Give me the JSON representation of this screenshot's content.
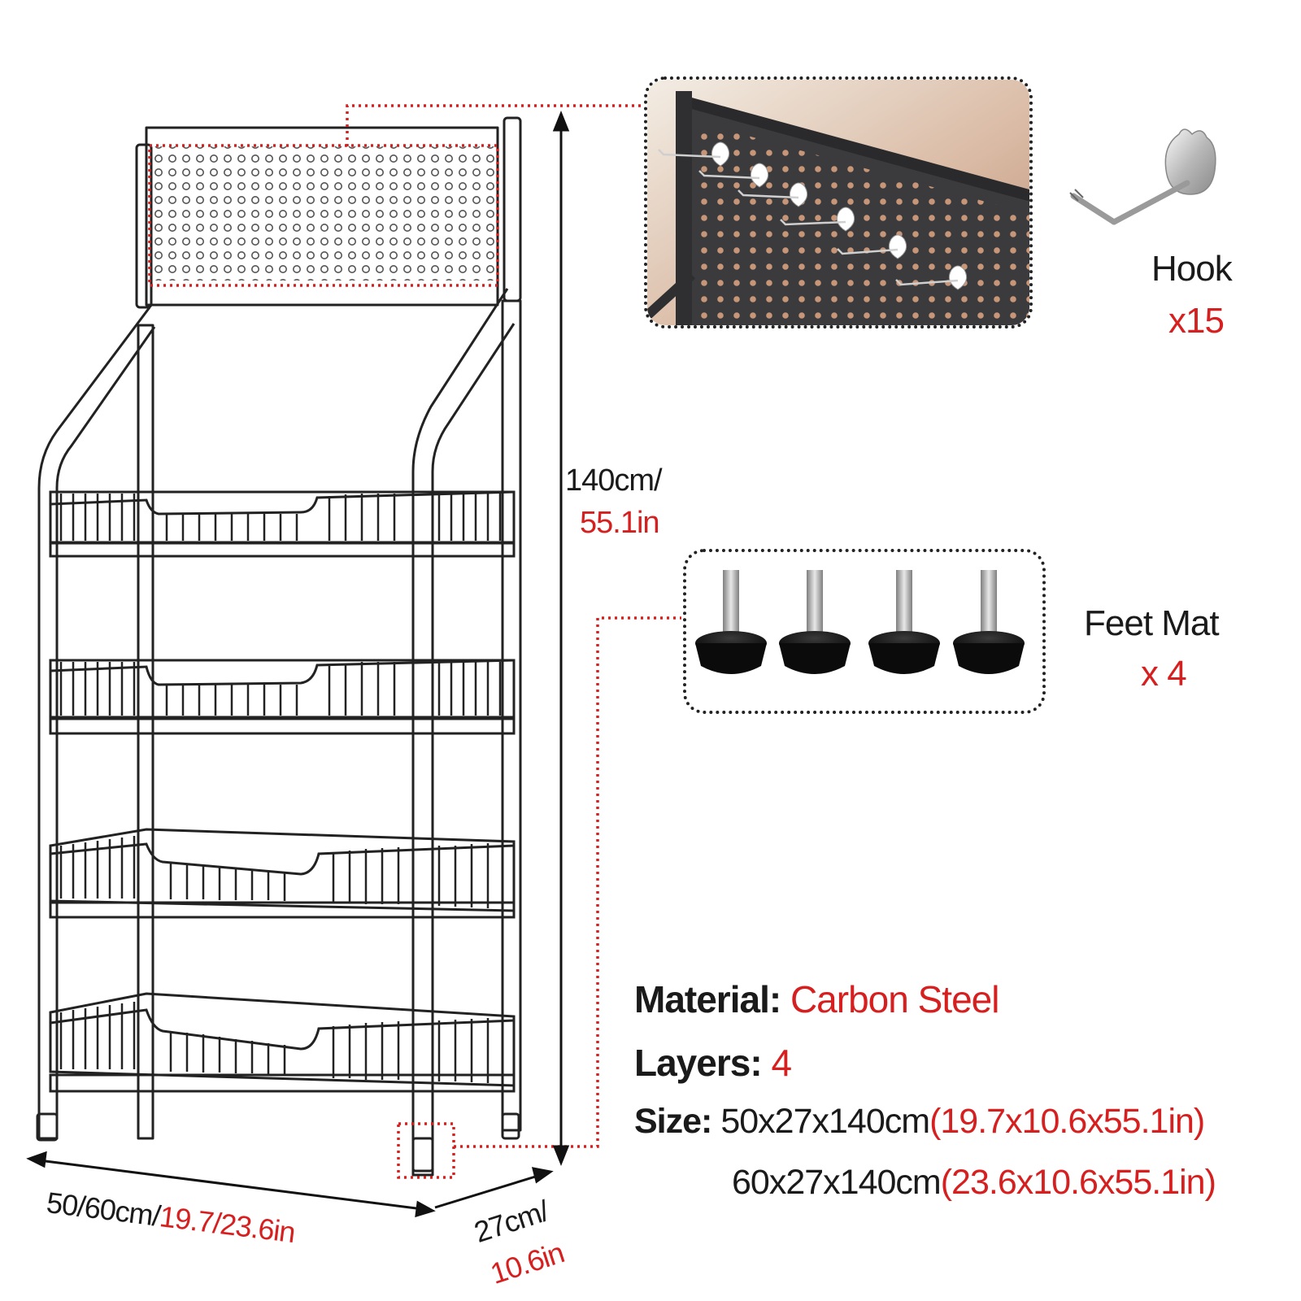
{
  "dimensions": {
    "height_cm": "140cm/",
    "height_in": "55.1in",
    "width_cm": "50/60cm/",
    "width_in": "19.7/23.6in",
    "depth_cm": "27cm/",
    "depth_in": "10.6in"
  },
  "accessories": {
    "hook": {
      "label": "Hook",
      "count": "x15"
    },
    "feet": {
      "label": "Feet Mat",
      "count": "x 4"
    }
  },
  "specs": {
    "material_key": "Material:",
    "material_val": "Carbon Steel",
    "layers_key": "Layers:",
    "layers_val": "4",
    "size_key": "Size:",
    "size1_cm": "50x27x140cm",
    "size1_in": "(19.7x10.6x55.1in)",
    "size2_cm": "60x27x140cm",
    "size2_in": "(23.6x10.6x55.1in)"
  },
  "colors": {
    "accent_red": "#d62020",
    "frame": "#222222",
    "panel_dark": "#3b3b3d"
  },
  "icons": [
    "hook-icon",
    "feet-mat-icon",
    "pegboard-detail-photo"
  ]
}
